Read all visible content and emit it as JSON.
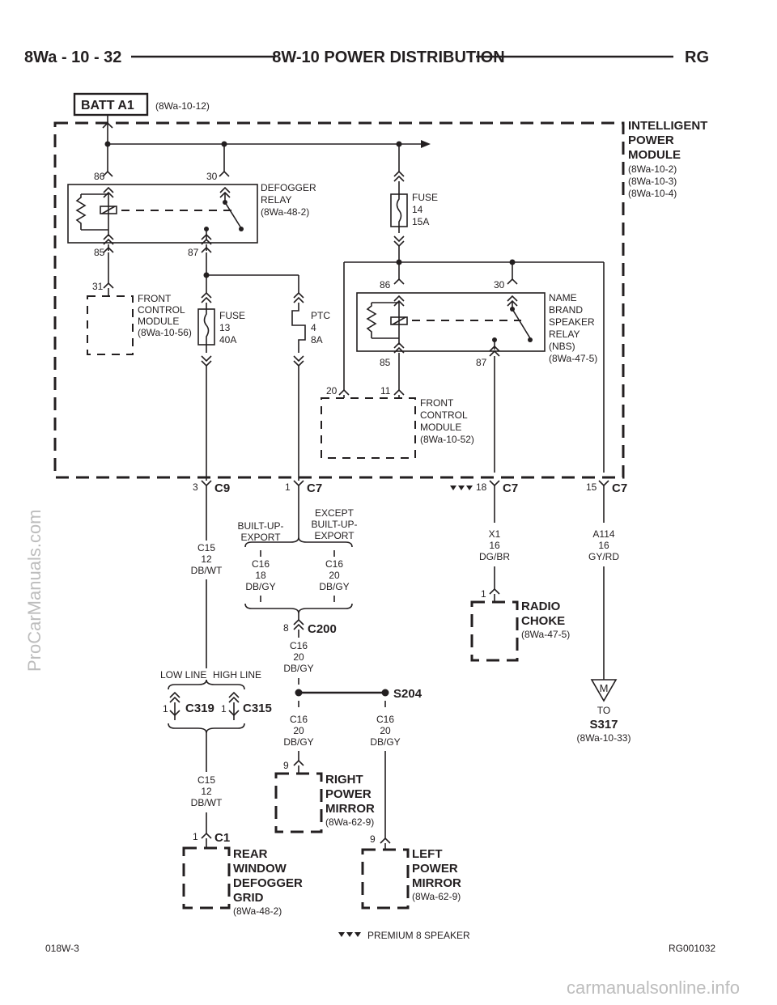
{
  "header": {
    "left": "8Wa - 10 - 32",
    "title": "8W-10 POWER DISTRIBUTION",
    "right": "RG"
  },
  "batt": {
    "label": "BATT A1",
    "ref": "(8Wa-10-12)"
  },
  "ipm": {
    "title": [
      "INTELLIGENT",
      "POWER",
      "MODULE"
    ],
    "refs": [
      "(8Wa-10-2)",
      "(8Wa-10-3)",
      "(8Wa-10-4)"
    ]
  },
  "defogger_relay": {
    "lines": [
      "DEFOGGER",
      "RELAY",
      "(8Wa-48-2)"
    ],
    "pins": {
      "p86": "86",
      "p30": "30",
      "p85": "85",
      "p87": "87"
    }
  },
  "fuse14": {
    "lines": [
      "FUSE",
      "14",
      "15A"
    ]
  },
  "fcm1": {
    "pin": "31",
    "lines": [
      "FRONT",
      "CONTROL",
      "MODULE",
      "(8Wa-10-56)"
    ]
  },
  "fuse13": {
    "lines": [
      "FUSE",
      "13",
      "40A"
    ]
  },
  "ptc4": {
    "lines": [
      "PTC",
      "4",
      "8A"
    ]
  },
  "nbs_relay": {
    "lines": [
      "NAME",
      "BRAND",
      "SPEAKER",
      "RELAY",
      "(NBS)",
      "(8Wa-47-5)"
    ],
    "pins": {
      "p86": "86",
      "p30": "30",
      "p85": "85",
      "p87": "87"
    }
  },
  "fcm2": {
    "pin20": "20",
    "pin11": "11",
    "lines": [
      "FRONT",
      "CONTROL",
      "MODULE",
      "(8Wa-10-52)"
    ]
  },
  "connectors": {
    "c9": {
      "pin": "3",
      "name": "C9"
    },
    "c7a": {
      "pin": "1",
      "name": "C7"
    },
    "c7b": {
      "pin": "18",
      "name": "C7"
    },
    "c7c": {
      "pin": "15",
      "name": "C7"
    },
    "c200": {
      "pin": "8",
      "name": "C200"
    },
    "c319": {
      "pin": "1",
      "name": "C319"
    },
    "c315": {
      "pin": "1",
      "name": "C315"
    },
    "c1": {
      "pin": "1",
      "name": "C1"
    }
  },
  "wires": {
    "c15_top": [
      "C15",
      "12",
      "DB/WT"
    ],
    "c16_18": [
      "C16",
      "18",
      "DB/GY"
    ],
    "c16_20": [
      "C16",
      "20",
      "DB/GY"
    ],
    "c16_after_c200": [
      "C16",
      "20",
      "DB/GY"
    ],
    "c16_right_mirror": [
      "C16",
      "20",
      "DB/GY"
    ],
    "c16_left_mirror": [
      "C16",
      "20",
      "DB/GY"
    ],
    "x1": [
      "X1",
      "16",
      "DG/BR"
    ],
    "a114": [
      "A114",
      "16",
      "GY/RD"
    ],
    "c15_bottom": [
      "C15",
      "12",
      "DB/WT"
    ]
  },
  "options": {
    "built_up": [
      "BUILT-UP-",
      "EXPORT"
    ],
    "except": [
      "EXCEPT",
      "BUILT-UP-",
      "EXPORT"
    ],
    "low_line": "LOW LINE",
    "high_line": "HIGH LINE"
  },
  "splice": {
    "name": "S204"
  },
  "radio_choke": {
    "pin": "1",
    "lines": [
      "RADIO",
      "CHOKE"
    ],
    "ref": "(8Wa-47-5)"
  },
  "ground": {
    "symbol": "M",
    "to": "TO",
    "name": "S317",
    "ref": "(8Wa-10-33)"
  },
  "right_mirror": {
    "pin": "9",
    "lines": [
      "RIGHT",
      "POWER",
      "MIRROR"
    ],
    "ref": "(8Wa-62-9)"
  },
  "left_mirror": {
    "pin": "9",
    "lines": [
      "LEFT",
      "POWER",
      "MIRROR"
    ],
    "ref": "(8Wa-62-9)"
  },
  "rear_defogger": {
    "lines": [
      "REAR",
      "WINDOW",
      "DEFOGGER",
      "GRID"
    ],
    "ref": "(8Wa-48-2)"
  },
  "legend": {
    "text": "PREMIUM 8 SPEAKER"
  },
  "footer": {
    "left": "018W-3",
    "right": "RG001032"
  },
  "watermarks": {
    "side": "ProCarManuals.com",
    "bottom": "carmanualsonline.info"
  }
}
